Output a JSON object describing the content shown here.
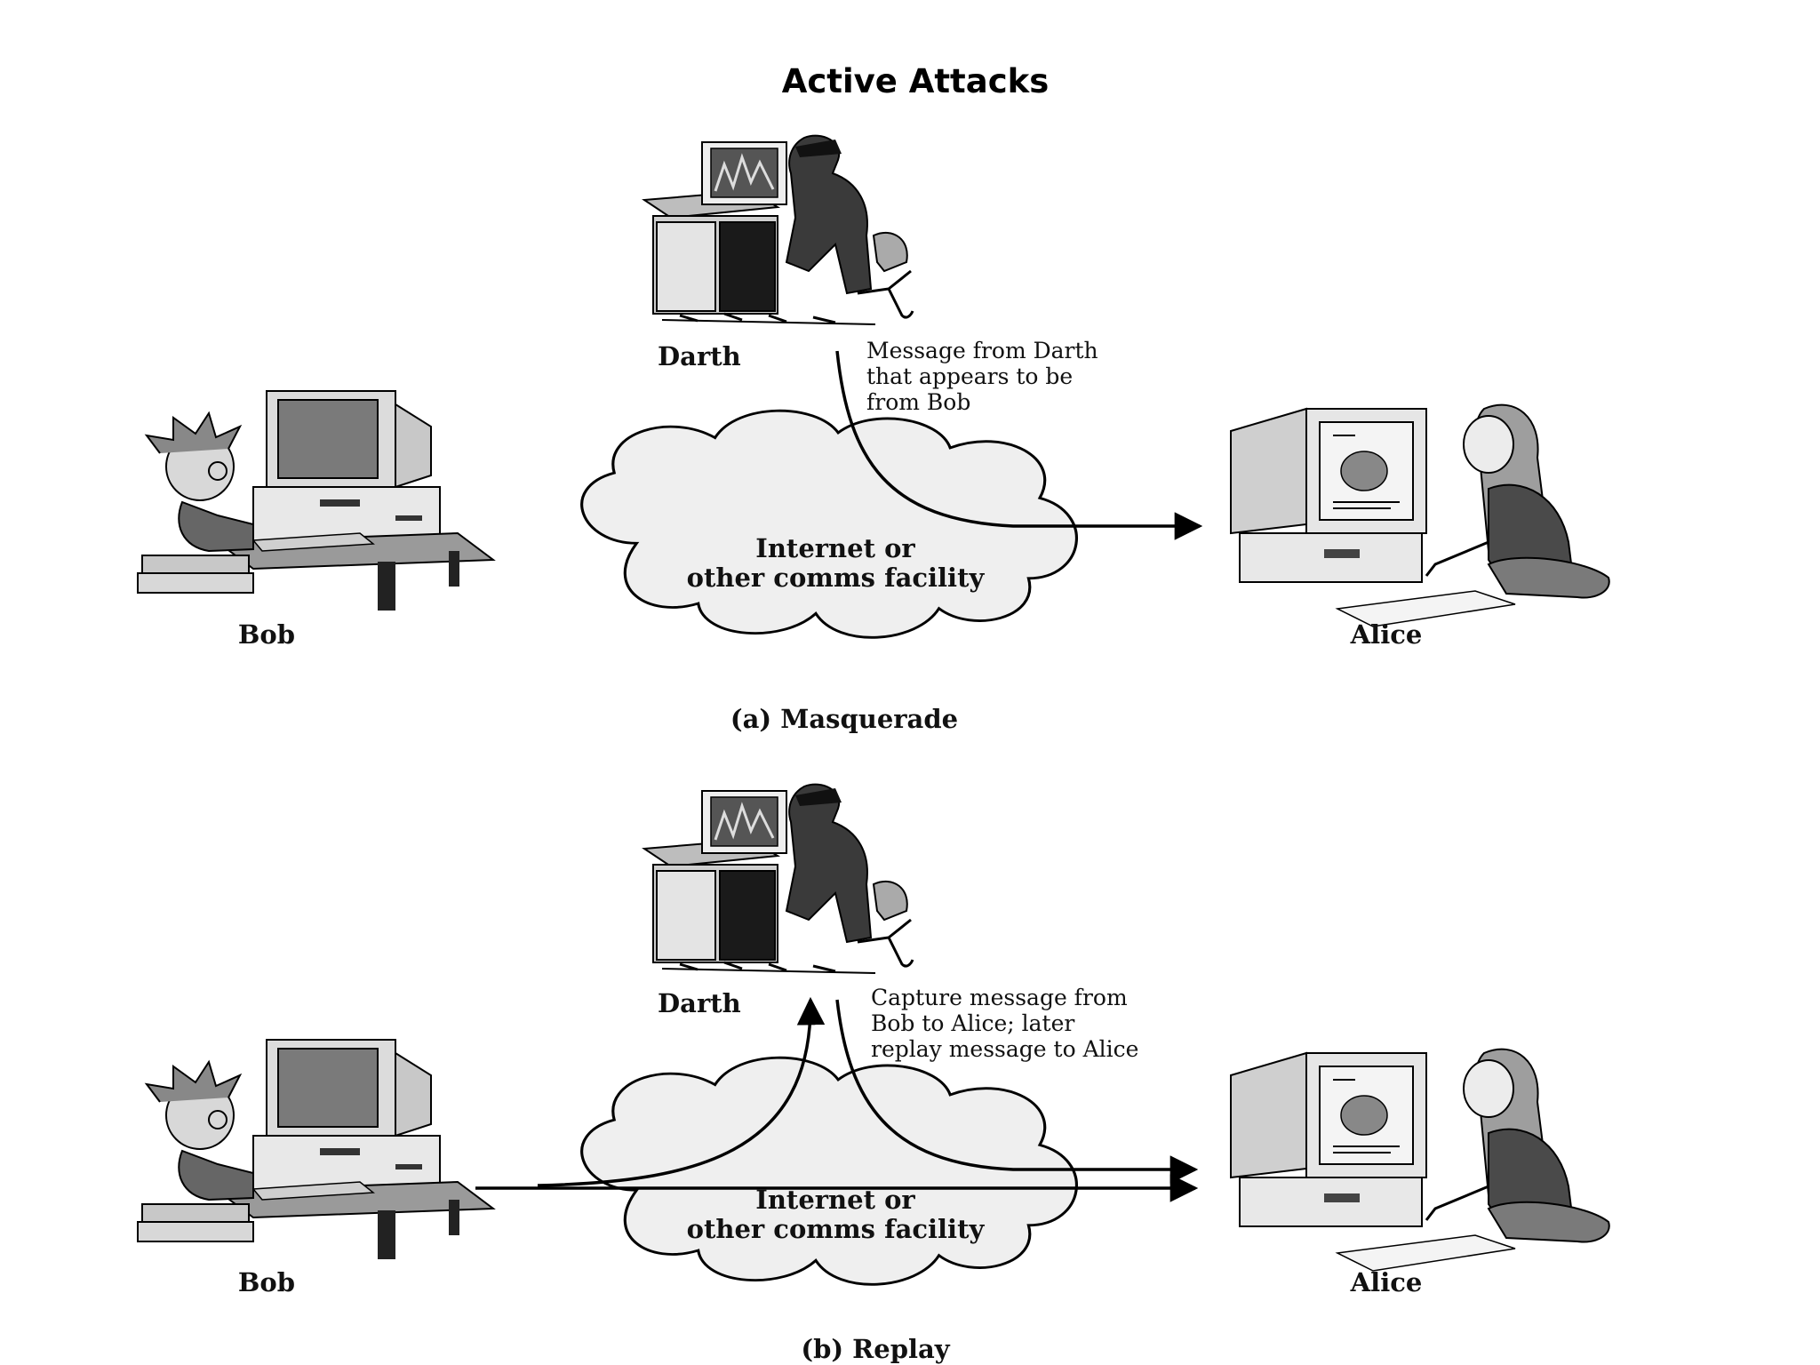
{
  "title": "Active Attacks",
  "panel_a": {
    "darth": "Darth",
    "bob": "Bob",
    "alice": "Alice",
    "note": [
      "Message from Darth",
      "that appears to be",
      "from Bob"
    ],
    "cloud": [
      "Internet or",
      "other comms facility"
    ],
    "caption": "(a) Masquerade"
  },
  "panel_b": {
    "darth": "Darth",
    "bob": "Bob",
    "alice": "Alice",
    "note": [
      "Capture message from",
      "Bob to Alice; later",
      "replay message to Alice"
    ],
    "cloud": [
      "Internet or",
      "other comms facility"
    ],
    "caption": "(b) Replay"
  }
}
